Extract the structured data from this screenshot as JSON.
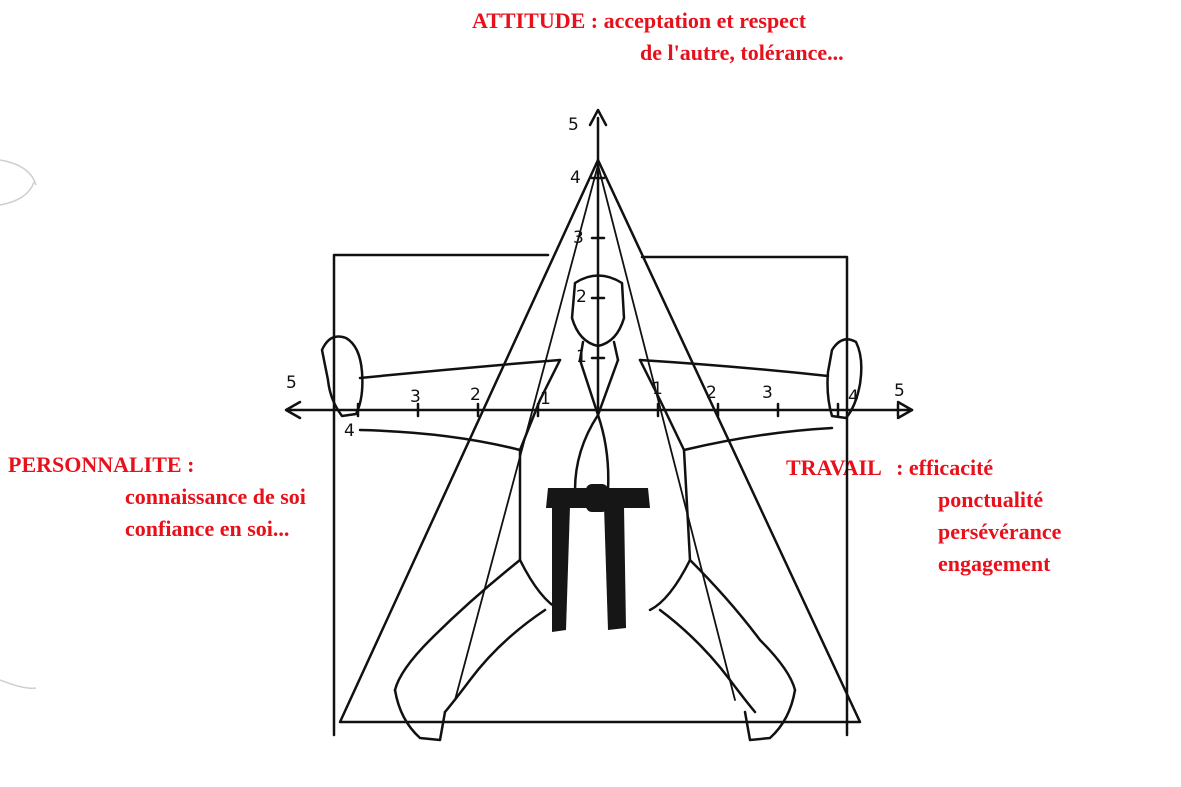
{
  "labels": {
    "attitude": {
      "title": "ATTITUDE :",
      "line1": "acceptation et respect",
      "line2": "de l'autre, tolérance..."
    },
    "personnalite": {
      "title": "PERSONNALITE :",
      "line1": "connaissance de soi",
      "line2": "confiance en soi..."
    },
    "travail": {
      "title": "TRAVAIL",
      "sep": ":",
      "items": [
        "efficacité",
        "ponctualité",
        "persévérance",
        "engagement"
      ]
    }
  },
  "axes": {
    "vertical_ticks": [
      "5",
      "4",
      "3",
      "2",
      "1"
    ],
    "left_ticks": [
      "5",
      "4",
      "3",
      "2",
      "1"
    ],
    "right_ticks": [
      "1",
      "2",
      "3",
      "4",
      "5"
    ]
  },
  "colors": {
    "label": "#e8101a",
    "ink": "#111111",
    "belt": "#161616"
  },
  "icons": {
    "figure": "karateka-in-stance-drawing"
  }
}
